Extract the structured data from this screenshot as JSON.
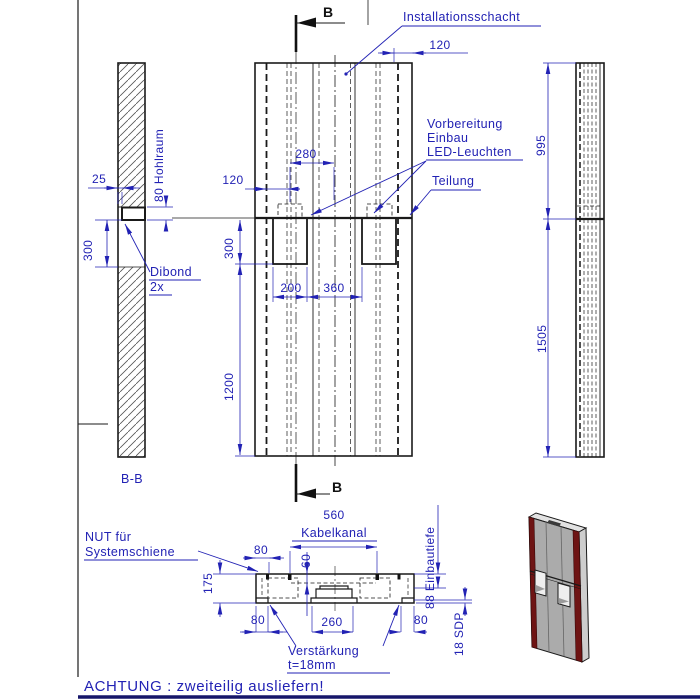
{
  "colors": {
    "annotation_blue": "#2222b4",
    "line_dark": "#1a1a1a",
    "maroon": "#6e1414",
    "panel_gray": "#ababab"
  },
  "footer": {
    "warning": "ACHTUNG : zweiteilig ausliefern!"
  },
  "side_section_view": {
    "view_label": "B-B",
    "dim_skin": "25",
    "dim_cavity": "80 Hohlraum",
    "dim_split": "300",
    "note_line1": "Dibond",
    "note_line2": "2x"
  },
  "front_view": {
    "section_marker_top": "B",
    "section_marker_bottom": "B",
    "label_shaft": "Installationsschacht",
    "dim_shaft_width": "120",
    "label_prep_line1": "Vorbereitung",
    "label_prep_line2": "Einbau",
    "label_prep_line3": "LED-Leuchten",
    "label_split": "Teilung",
    "dim_led_offset": "280",
    "dim_left_shaft": "120",
    "dim_split_height": "300",
    "dim_lower_height": "1200",
    "dim_led_width": "200",
    "dim_led_gap": "360"
  },
  "right_view": {
    "dim_upper": "995",
    "dim_lower": "1505"
  },
  "bottom_section_view": {
    "label_nut_line1": "NUT für",
    "label_nut_line2": "Systemschiene",
    "dim_channel_width": "560",
    "label_channel": "Kabelkanal",
    "dim_nut_offset_top": "80",
    "dim_channel_depth": "60",
    "dim_thickness": "175",
    "dim_nut_offset_bottom": "80",
    "dim_cover_width": "260",
    "dim_nut_offset_right": "80",
    "label_reinforce_line1": "Verstärkung",
    "label_reinforce_line2": "t=18mm",
    "dim_install_depth": "88 Einbautiefe",
    "dim_sdp": "18 SDP"
  }
}
